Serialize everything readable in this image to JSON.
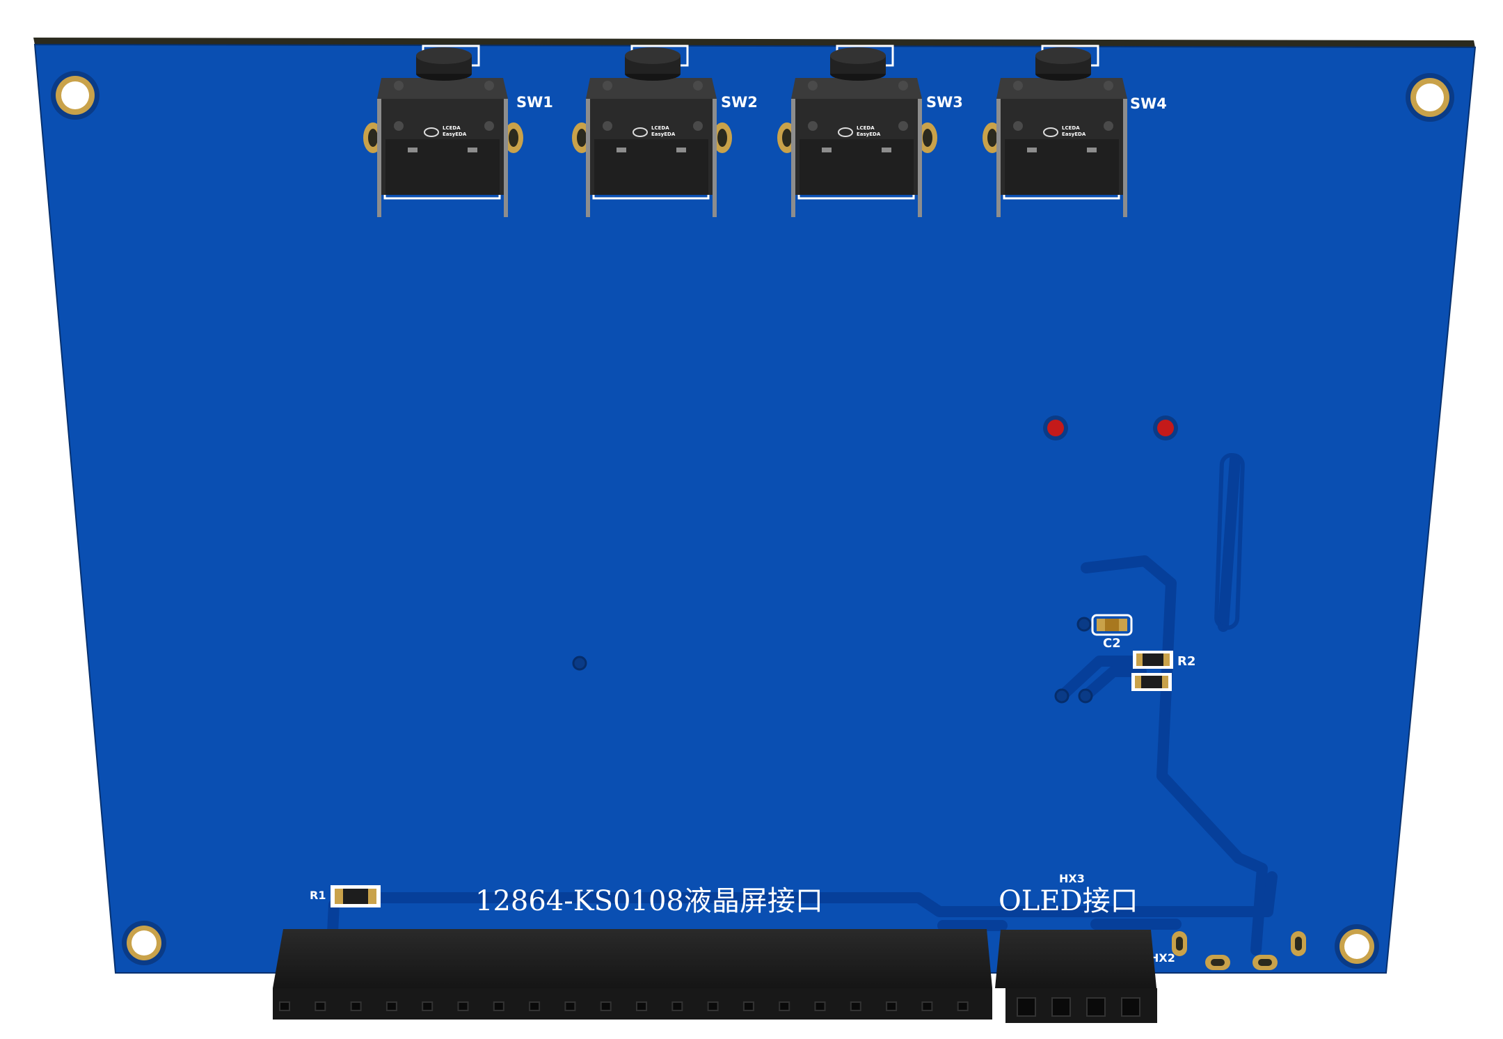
{
  "board": {
    "colors": {
      "pcb": "#0a4fb2",
      "pcb_edge": "#2b2a1e",
      "copper_pad": "#c9a24a",
      "trace": "#0a3f93",
      "silkscreen": "#ffffff",
      "component_body": "#2b2b2b"
    }
  },
  "switches": [
    {
      "ref": "SW1",
      "logo_line1": "LCEDA",
      "logo_line2": "EasyEDA"
    },
    {
      "ref": "SW2",
      "logo_line1": "LCEDA",
      "logo_line2": "EasyEDA"
    },
    {
      "ref": "SW3",
      "logo_line1": "LCEDA",
      "logo_line2": "EasyEDA"
    },
    {
      "ref": "SW4",
      "logo_line1": "LCEDA",
      "logo_line2": "EasyEDA"
    }
  ],
  "components": {
    "c2": "C2",
    "r2": "R2",
    "r1": "R1",
    "hx3": "HX3",
    "hx2": "HX2"
  },
  "labels": {
    "lcd_interface": "12864-KS0108液晶屏接口",
    "oled_interface": "OLED接口"
  },
  "icons": {
    "switch_logo": "lceda-cloud-icon",
    "mounting_hole": "mounting-hole-icon"
  }
}
